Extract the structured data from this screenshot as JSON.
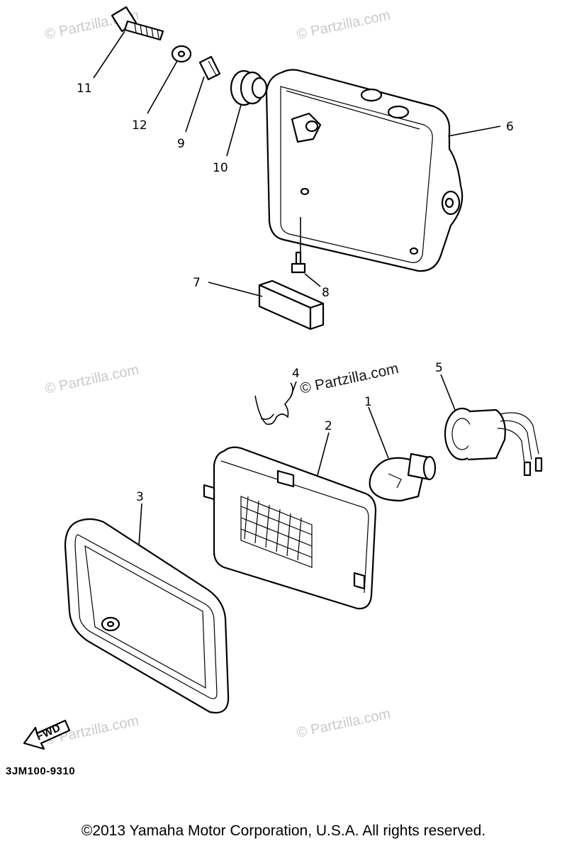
{
  "diagram": {
    "callouts": [
      {
        "id": "1",
        "label": "1"
      },
      {
        "id": "2",
        "label": "2"
      },
      {
        "id": "3",
        "label": "3"
      },
      {
        "id": "4",
        "label": "4"
      },
      {
        "id": "5",
        "label": "5"
      },
      {
        "id": "6",
        "label": "6"
      },
      {
        "id": "7",
        "label": "7"
      },
      {
        "id": "8",
        "label": "8"
      },
      {
        "id": "9",
        "label": "9"
      },
      {
        "id": "10",
        "label": "10"
      },
      {
        "id": "11",
        "label": "11"
      },
      {
        "id": "12",
        "label": "12"
      }
    ],
    "watermark_text": "© Partzilla.com",
    "fwd_label": "FWD",
    "diagram_code": "3JM100-9310"
  },
  "footer": {
    "copyright": "©2013  Yamaha Motor Corporation, U.S.A. All rights reserved."
  }
}
